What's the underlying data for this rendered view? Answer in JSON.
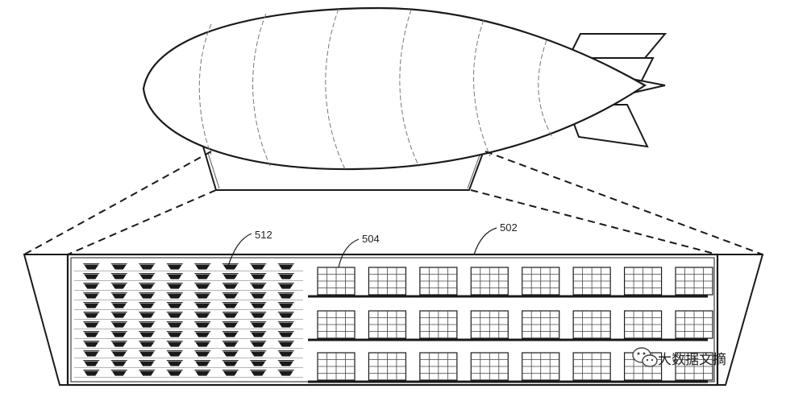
{
  "labels": {
    "drone_area": "512",
    "inventory": "504",
    "fulfillment_center": "502"
  },
  "watermark": {
    "text": "大数据文摘",
    "icon": "wechat-icon"
  },
  "layout_counts": {
    "drone_columns": 8,
    "drone_rows": 12,
    "shelf_columns": 8,
    "shelf_rows": 3
  },
  "colors": {
    "line": "#1a1a1a",
    "background": "#ffffff"
  }
}
